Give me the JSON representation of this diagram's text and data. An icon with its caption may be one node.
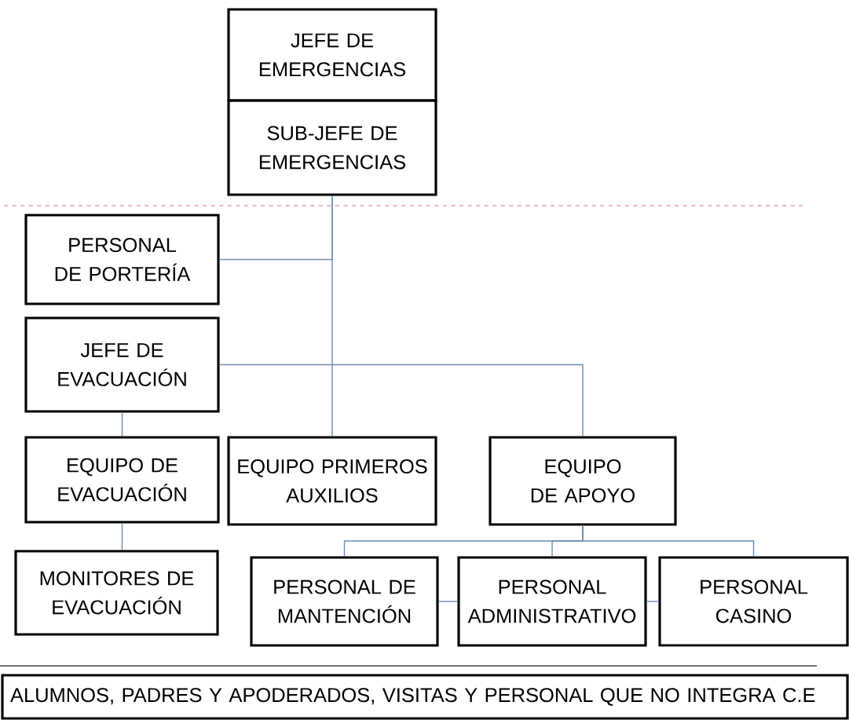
{
  "diagram": {
    "nodes": [
      {
        "text": [
          "JEFE DE EMERGENCIAS"
        ]
      },
      {
        "text": [
          "SUB-JEFE DE EMERGENCIAS"
        ]
      },
      {
        "text": [
          "PERSONAL DE PORTERÍA"
        ]
      },
      {
        "text": [
          "JEFE DE EVACUACIÓN"
        ]
      },
      {
        "text": [
          "EQUIPO DE EVACUACIÓN"
        ]
      },
      {
        "text": [
          "EQUIPO PRIMEROS AUXILIOS"
        ]
      },
      {
        "text": [
          "EQUIPO DE APOYO"
        ]
      },
      {
        "text": [
          "MONITORES DE EVACUACIÓN"
        ]
      },
      {
        "text": [
          "PERSONAL DE MANTENCIÓN"
        ]
      },
      {
        "text": [
          "PERSONAL ADMINISTRATIVO"
        ]
      },
      {
        "text": [
          "PERSONAL CASINO"
        ]
      },
      {
        "text": [
          "ALUMNOS, PADRES Y APODERADOS, VISITAS Y PERSONAL  QUE NO INTEGRA C.E"
        ]
      }
    ],
    "edges": [
      {
        "from": 1,
        "to": 2,
        "arrow": "none"
      },
      {
        "from": 1,
        "to": 5,
        "arrow": "none"
      },
      {
        "from": 3,
        "to": 6,
        "arrow": "none"
      },
      {
        "from": 3,
        "to": 4,
        "arrow": "none"
      },
      {
        "from": 4,
        "to": 7,
        "arrow": "none"
      },
      {
        "from": 6,
        "to": 8,
        "arrow": "none"
      },
      {
        "from": 6,
        "to": 9,
        "arrow": "none"
      },
      {
        "from": 6,
        "to": 10,
        "arrow": "none"
      },
      {
        "from": 8,
        "to": 9,
        "arrow": "none"
      },
      {
        "from": 9,
        "to": 10,
        "arrow": "none"
      }
    ]
  }
}
